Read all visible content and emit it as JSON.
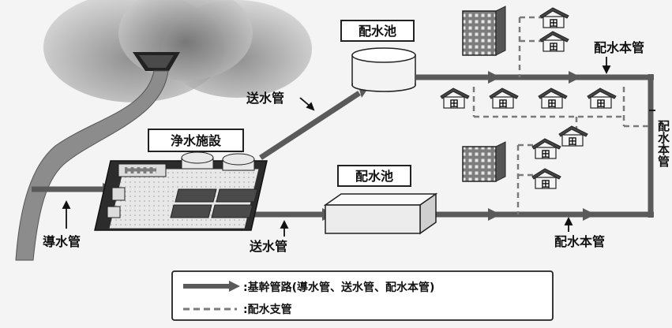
{
  "labels": {
    "reservoir_top": "配水池",
    "reservoir_bottom": "配水池",
    "purification_plant": "浄水施設",
    "transmission_pipe_upper": "送水管",
    "transmission_pipe_lower": "送水管",
    "intake_pipe": "導水管",
    "main_pipe_top": "配水本管",
    "main_pipe_bottom": "配水本管",
    "main_pipe_vertical": "配水本管"
  },
  "house_glyph": "田",
  "legend": {
    "trunk": ":基幹管路(導水管、送水管、配水本管)",
    "branch": ":配水支管"
  },
  "colors": {
    "trunk_pipe": "#5a5a5a",
    "branch_pipe": "#7a7a7a",
    "river": "#8c8c8c",
    "mountain": "#a8a8a8",
    "building": "#8a8a8a",
    "background": "#f4f4f4"
  },
  "icons": [
    "dam-icon",
    "mountain-icon",
    "reservoir-tank-icon",
    "purification-plant-icon",
    "apartment-building-icon",
    "house-icon"
  ]
}
